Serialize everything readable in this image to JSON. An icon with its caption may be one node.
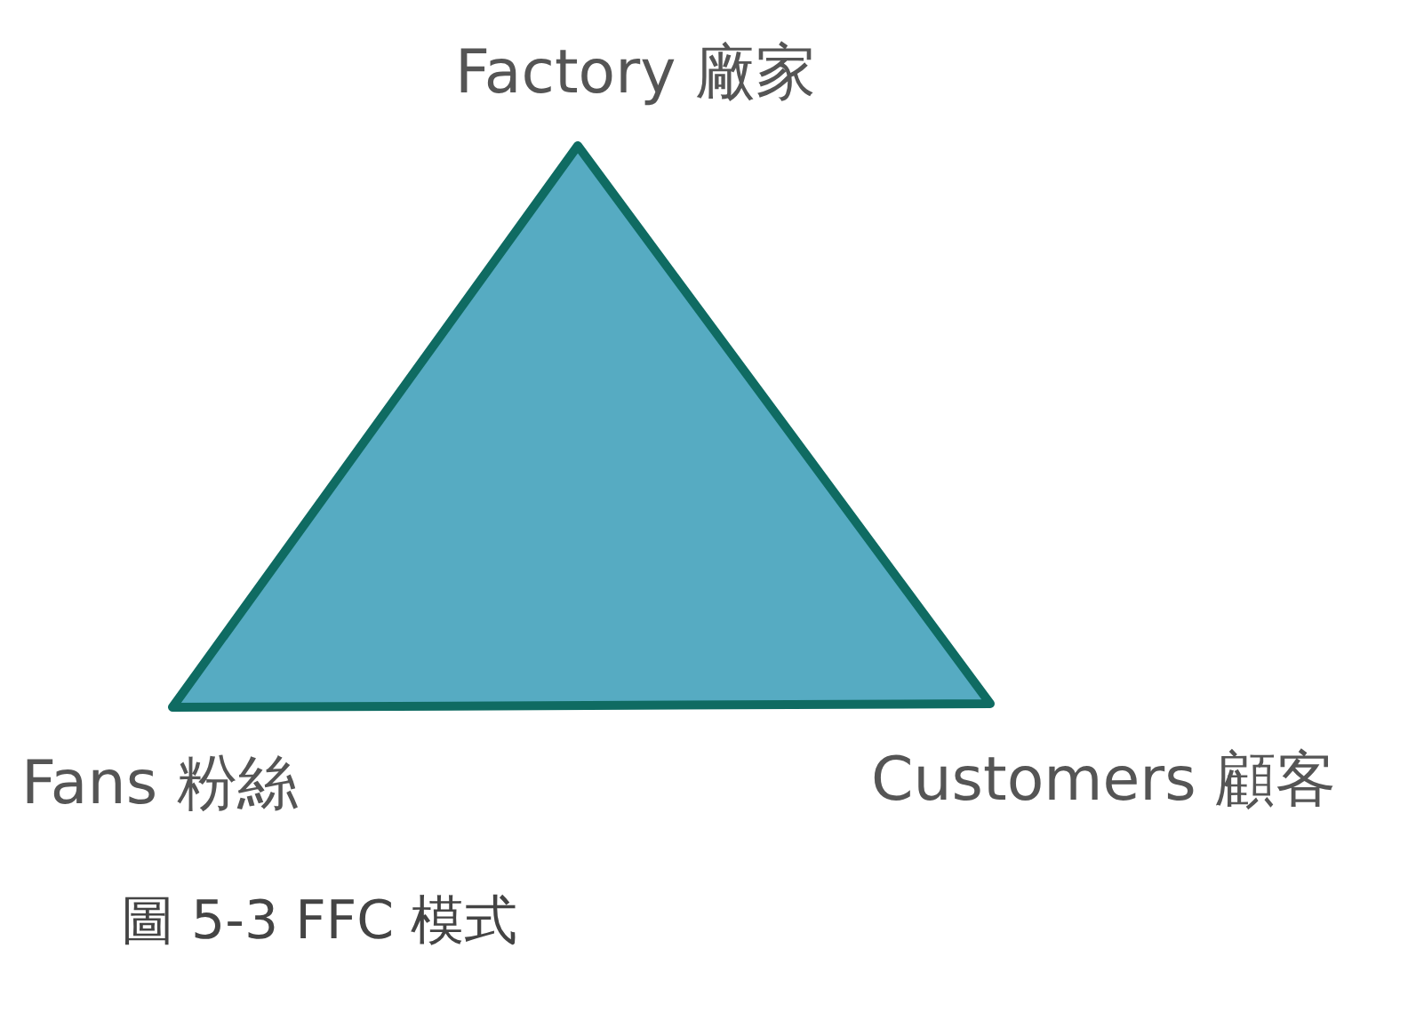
{
  "diagram": {
    "caption": "圖 5-3 FFC 模式",
    "nodes": [
      {
        "text": [],
        "shape": "triangle"
      }
    ],
    "labels": [
      "Factory 廠家",
      "Fans 粉絲",
      "Customers 顧客"
    ]
  }
}
